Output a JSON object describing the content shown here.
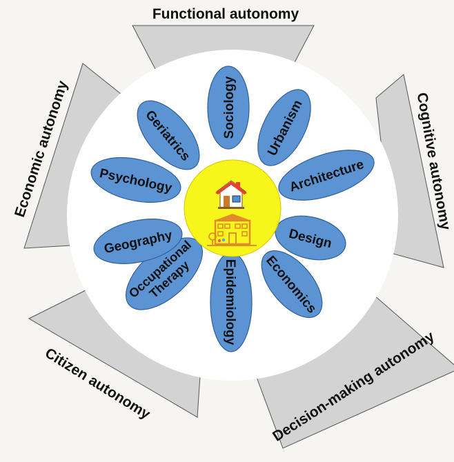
{
  "colors": {
    "background": "#f6f5f1",
    "trapezoid_fill": "#d3d3d3",
    "trapezoid_stroke": "#555555",
    "circle_fill": "#ffffff",
    "petal_fill": "#5b93d3",
    "petal_stroke": "#2f5f99",
    "center_fill": "#f6f61a",
    "center_stroke": "#d6c200"
  },
  "autonomies": [
    {
      "label": "Functional autonomy"
    },
    {
      "label": "Cognitive autonomy"
    },
    {
      "label": "Decision-making autonomy"
    },
    {
      "label": "Citizen autonomy"
    },
    {
      "label": "Economic autonomy"
    }
  ],
  "disciplines": [
    {
      "label": "Sociology"
    },
    {
      "label": "Urbanism"
    },
    {
      "label": "Architecture"
    },
    {
      "label": "Design"
    },
    {
      "label": "Economics"
    },
    {
      "label": "Epidemiology"
    },
    {
      "label": "Occupational",
      "label2": "Therapy"
    },
    {
      "label": "Geography"
    },
    {
      "label": "Psychology"
    },
    {
      "label": "Geriatrics"
    }
  ],
  "center": {
    "icons": [
      "house-icon",
      "building-icon"
    ]
  }
}
